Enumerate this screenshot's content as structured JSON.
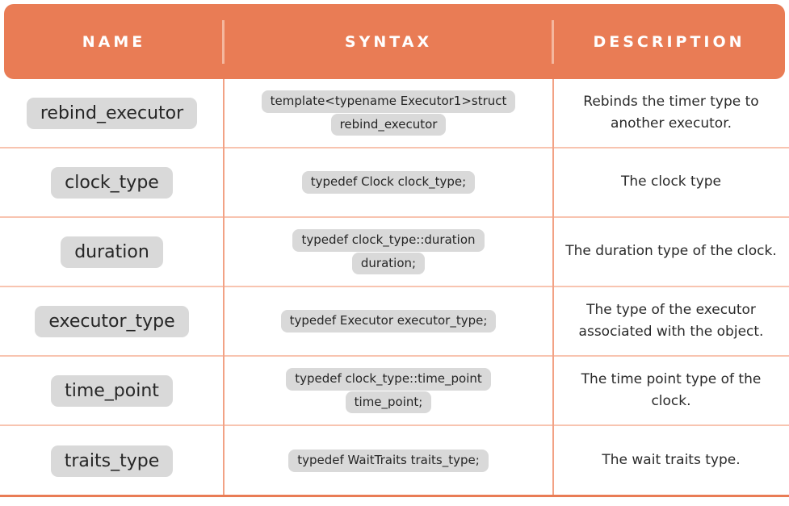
{
  "header": {
    "columns": [
      "NAME",
      "SYNTAX",
      "DESCRIPTION"
    ]
  },
  "rows": [
    {
      "name": "rebind_executor",
      "syntax_lines": [
        "template<typename Executor1>struct",
        "rebind_executor"
      ],
      "description": "Rebinds the timer type to another executor."
    },
    {
      "name": "clock_type",
      "syntax_lines": [
        "typedef Clock clock_type;"
      ],
      "description": "The clock type"
    },
    {
      "name": "duration",
      "syntax_lines": [
        "typedef clock_type::duration",
        "duration;"
      ],
      "description": "The duration type of the clock."
    },
    {
      "name": "executor_type",
      "syntax_lines": [
        "typedef Executor executor_type;"
      ],
      "description": "The type of the executor associated with the object."
    },
    {
      "name": "time_point",
      "syntax_lines": [
        "typedef clock_type::time_point",
        "time_point;"
      ],
      "description": "The time point type of the clock."
    },
    {
      "name": "traits_type",
      "syntax_lines": [
        "typedef WaitTraits traits_type;"
      ],
      "description": "The wait traits type."
    }
  ],
  "colors": {
    "header_bg": "#E97C55",
    "header_text": "#FFFFFF",
    "chip_bg": "#D9D9D9",
    "body_text": "#2A2A2A",
    "vertical_divider": "#F2A285",
    "row_separator": "#F8C4B0",
    "bottom_rule": "#E97C55"
  }
}
